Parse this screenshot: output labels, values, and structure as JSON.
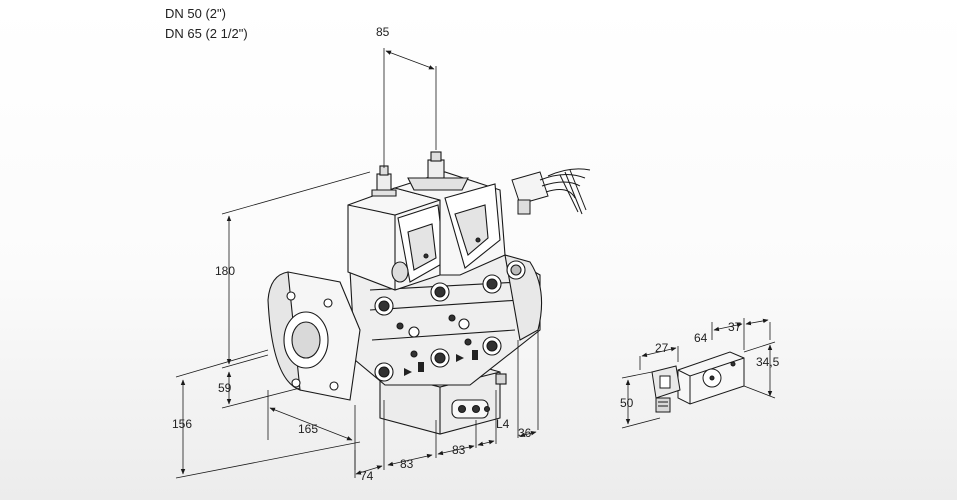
{
  "titles": {
    "line1": "DN 50 (2\")",
    "line2": "DN 65 (2 1/2\")"
  },
  "dimensions": {
    "d85": "85",
    "d180": "180",
    "d59": "59",
    "d156": "156",
    "d165": "165",
    "d74": "74",
    "d83a": "83",
    "d83b": "83",
    "dL4": "L4",
    "d36": "36",
    "d27": "27",
    "d64": "64",
    "d37": "37",
    "d34_5": "34,5",
    "d50": "50"
  },
  "colors": {
    "line": "#1a1a1a",
    "body_fill": "#f4f4f4",
    "shade": "#cfcfcf",
    "dark": "#2a2a2a"
  }
}
